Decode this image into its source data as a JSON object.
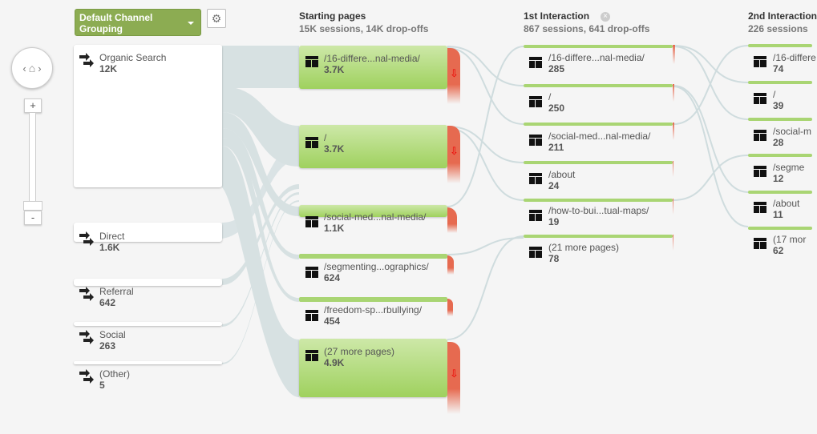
{
  "controls": {
    "nav_left": "‹",
    "nav_home": "⌂",
    "nav_right": "›",
    "zoom_in": "+",
    "zoom_out": "-"
  },
  "dimension_selector": {
    "label": "Default Channel Grouping",
    "line1": "Default Channel",
    "line2": "Grouping",
    "icon": "chevron-down-icon"
  },
  "settings_icon": "⚙",
  "sources": [
    {
      "name": "Organic Search",
      "value": "12K"
    },
    {
      "name": "Direct",
      "value": "1.6K"
    },
    {
      "name": "Referral",
      "value": "642"
    },
    {
      "name": "Social",
      "value": "263"
    },
    {
      "name": "(Other)",
      "value": "5"
    }
  ],
  "columns": [
    {
      "title": "Starting pages",
      "summary": "15K sessions, 14K drop-offs",
      "nodes": [
        {
          "page": "/16-differe...nal-media/",
          "value": "3.7K"
        },
        {
          "page": "/",
          "value": "3.7K"
        },
        {
          "page": "/social-med...nal-media/",
          "value": "1.1K"
        },
        {
          "page": "/segmenting...ographics/",
          "value": "624"
        },
        {
          "page": "/freedom-sp...rbullying/",
          "value": "454"
        },
        {
          "page": "(27 more pages)",
          "value": "4.9K"
        }
      ]
    },
    {
      "title": "1st Interaction",
      "summary": "867 sessions, 641 drop-offs",
      "close_icon": "×",
      "nodes": [
        {
          "page": "/16-differe...nal-media/",
          "value": "285"
        },
        {
          "page": "/",
          "value": "250"
        },
        {
          "page": "/social-med...nal-media/",
          "value": "211"
        },
        {
          "page": "/about",
          "value": "24"
        },
        {
          "page": "/how-to-bui...tual-maps/",
          "value": "19"
        },
        {
          "page": "(21 more pages)",
          "value": "78"
        }
      ]
    },
    {
      "title": "2nd Interaction",
      "summary": "226 sessions",
      "nodes": [
        {
          "page": "/16-differe",
          "value": "74"
        },
        {
          "page": "/",
          "value": "39"
        },
        {
          "page": "/social-m",
          "value": "28"
        },
        {
          "page": "/segme",
          "value": "12"
        },
        {
          "page": "/about",
          "value": "11"
        },
        {
          "page": "(17 mor",
          "value": "62"
        }
      ]
    }
  ],
  "dropoff_icon": "⇩",
  "colors": {
    "background": "#f5f5f5",
    "node_green_top": "#cde8a8",
    "node_green_bottom": "#9fd15e",
    "dropoff_red": "#e66a50",
    "flow_gray": "#d3dde0",
    "selector_green": "#8cac52"
  }
}
